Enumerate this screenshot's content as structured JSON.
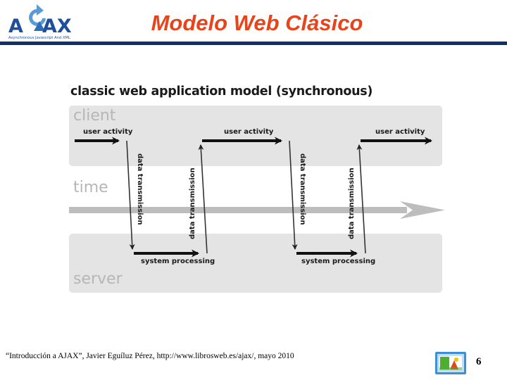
{
  "slide": {
    "title": "Modelo Web Clásico",
    "title_color": "#E8441B",
    "rule_color": "#12316B",
    "background": "#ffffff",
    "page_number": "6"
  },
  "logo": {
    "wordmark": "AJAX",
    "tagline": "Asynchronous Javascript And XML",
    "color": "#1F4E9C",
    "arrow_color": "#5B9BD5"
  },
  "diagram": {
    "caption": "classic web application model (synchronous)",
    "band_color": "#e4e4e4",
    "band_label_color": "#b6b6b6",
    "time_axis_color": "#bdbdbd",
    "lanes": [
      {
        "key": "client",
        "label": "client"
      },
      {
        "key": "time",
        "label": "time"
      },
      {
        "key": "server",
        "label": "server"
      }
    ],
    "client_activities": [
      {
        "label": "user activity"
      },
      {
        "label": "user activity"
      },
      {
        "label": "user activity"
      }
    ],
    "server_activities": [
      {
        "label": "system processing"
      },
      {
        "label": "system processing"
      }
    ],
    "transmissions": [
      {
        "label": "data transmission",
        "direction": "down"
      },
      {
        "label": "data transmission",
        "direction": "up"
      },
      {
        "label": "data transmission",
        "direction": "down"
      },
      {
        "label": "data transmission",
        "direction": "up"
      }
    ]
  },
  "footer": {
    "citation": "“Introducción a AJAX”, Javier Eguíluz Pérez, http://www.librosweb.es/ajax/, mayo 2010",
    "thumbnail_name": "media-thumbnail"
  }
}
